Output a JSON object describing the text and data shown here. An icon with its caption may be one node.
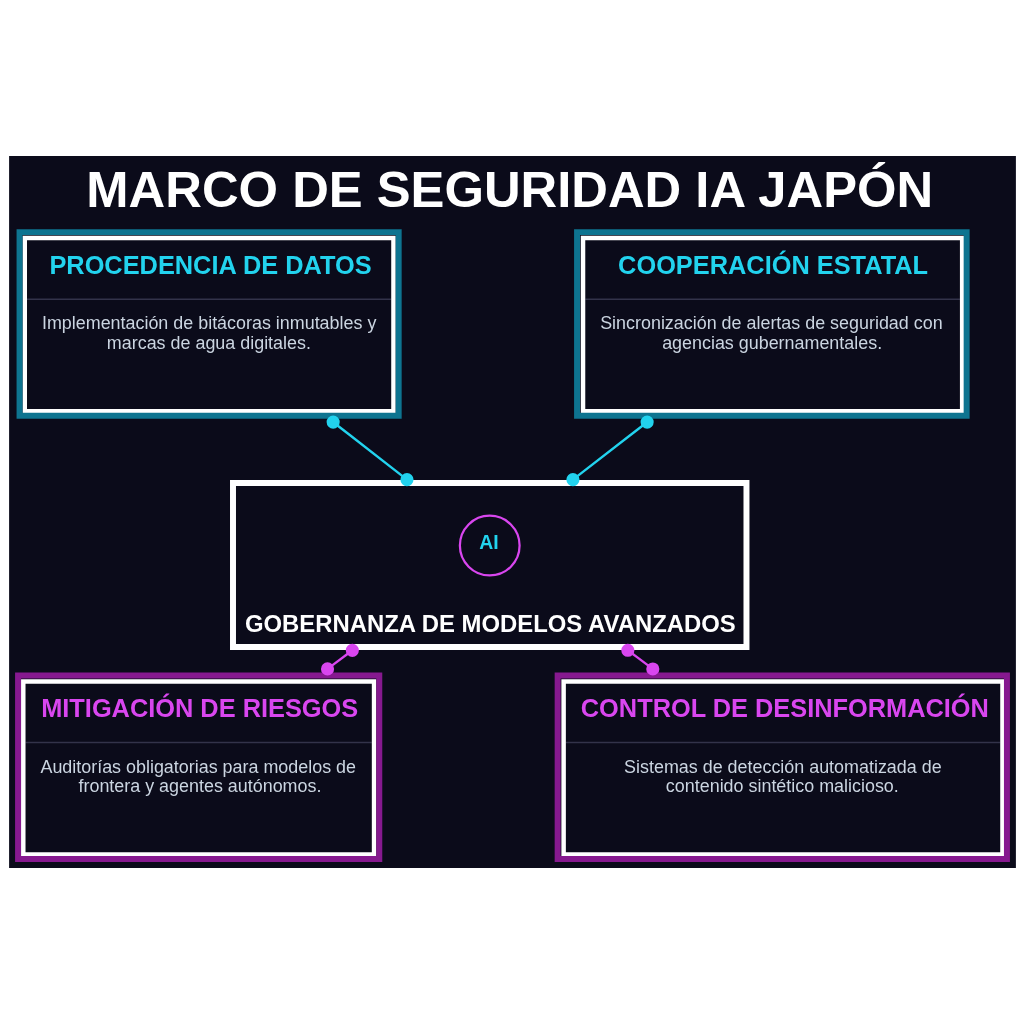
{
  "diagram": {
    "title": "MARCO DE SEGURIDAD IA JAPÓN",
    "nodes": [
      {
        "text": [
          "PROCEDENCIA DE DATOS",
          "Implementación de bitácoras inmutables y marcas de agua digitales."
        ]
      },
      {
        "text": [
          "COOPERACIÓN ESTATAL",
          "Sincronización de alertas de seguridad con agencias gubernamentales."
        ]
      },
      {
        "text": [
          "GOBERNANZA DE MODELOS AVANZADOS"
        ]
      },
      {
        "text": [
          "AI"
        ],
        "in": 2
      },
      {
        "text": [
          "MITIGACIÓN DE RIESGOS",
          "Auditorías obligatorias para modelos de frontera y agentes autónomos."
        ]
      },
      {
        "text": [
          "CONTROL DE DESINFORMACIÓN",
          "Sistemas de detección automatizada de contenido sintético malicioso."
        ]
      }
    ],
    "edges": [
      {
        "from": 0,
        "to": 2,
        "arrow": "other",
        "color": "#22d3ee"
      },
      {
        "from": 1,
        "to": 2,
        "arrow": "other",
        "color": "#22d3ee"
      },
      {
        "from": 2,
        "to": 4,
        "arrow": "other",
        "color": "#d946ef"
      },
      {
        "from": 2,
        "to": 5,
        "arrow": "other",
        "color": "#d946ef"
      }
    ]
  }
}
